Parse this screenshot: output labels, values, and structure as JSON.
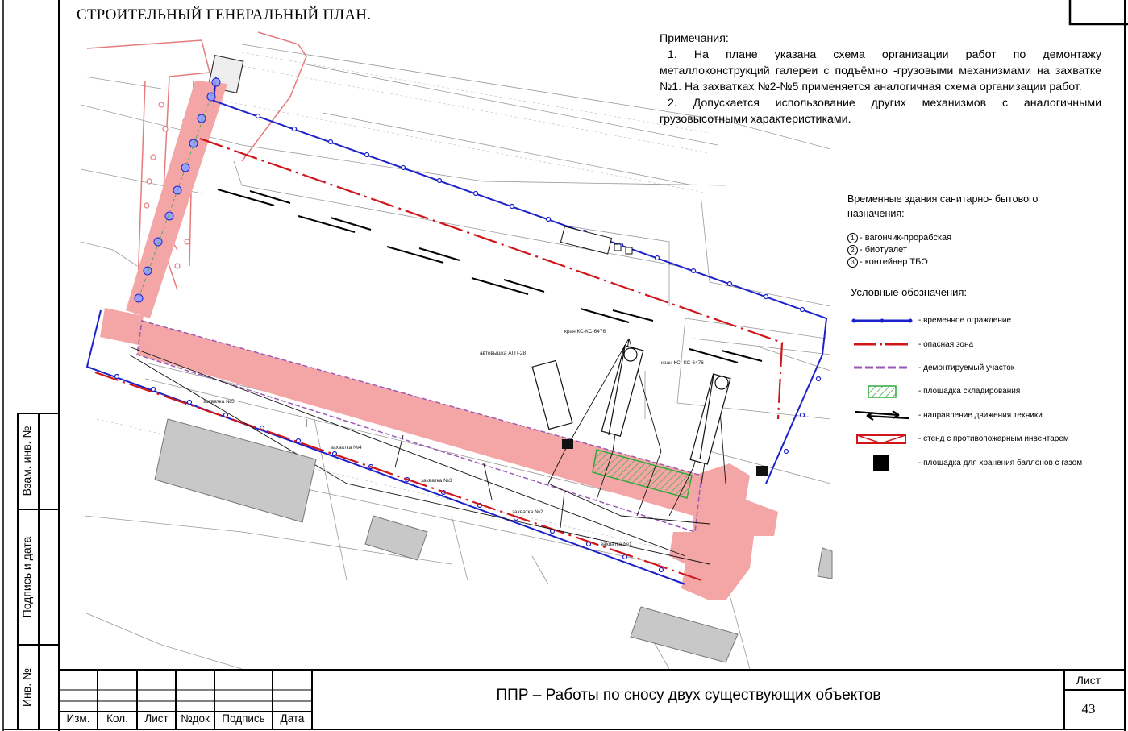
{
  "title": "СТРОИТЕЛЬНЫЙ ГЕНЕРАЛЬНЫЙ ПЛАН.",
  "notes": {
    "heading": "Примечания:",
    "items": [
      "1.   На плане указана схема организации работ по демонтажу металлоконструкций галереи с подъёмно -грузовыми механизмами на захватке №1.  На захватках №2-№5 применяется аналогичная схема организации работ.",
      "2.   Допускается использование других механизмов с аналогичными грузовысотными характеристиками."
    ]
  },
  "temp_buildings": {
    "heading": "Временные здания санитарно- бытового назначения:",
    "items": [
      {
        "num": "1",
        "label": "- вагончик-прорабская"
      },
      {
        "num": "2",
        "label": "- биотуалет"
      },
      {
        "num": "3",
        "label": "- контейнер ТБО"
      }
    ]
  },
  "legend": {
    "heading": "Условные обозначения:",
    "items": [
      {
        "label": "- временное ограждение",
        "icon": "fence-line-icon"
      },
      {
        "label": "- опасная зона",
        "icon": "danger-zone-line-icon"
      },
      {
        "label": "- демонтируемый участок",
        "icon": "dismantle-line-icon"
      },
      {
        "label": "- площадка складирования",
        "icon": "storage-hatch-icon"
      },
      {
        "label": "- направление движения техники",
        "icon": "direction-arrows-icon"
      },
      {
        "label": "- стенд с противопожарным инвентарем",
        "icon": "fire-stand-icon"
      },
      {
        "label": "- площадка для хранения баллонов с газом",
        "icon": "gas-square-icon"
      }
    ],
    "colors": {
      "fence": "#1c22c9",
      "danger": "#d0161a",
      "dismantle": "#9b59b6",
      "storage": "#2eaa3c",
      "highlight": "#f4a6a6"
    }
  },
  "plan_labels": {
    "crane1": "кран КС-КС-6476",
    "crane2": "кран КС- КС-6476",
    "lift": "автовышка АГП-28",
    "grab1": "захватка №1",
    "grab2": "захватка №2",
    "grab3": "захватка №3",
    "grab4": "захватка №4",
    "grab5": "захватка №5"
  },
  "title_block": {
    "main_title": "ППР – Работы по сносу двух существующих объектов",
    "sheet_label": "Лист",
    "sheet_number": "43",
    "headers": [
      "Изм.",
      "Кол.",
      "Лист",
      "№док",
      "Подпись",
      "Дата"
    ],
    "side_labels": [
      "Взам. инв. №",
      "Подпись и дата",
      "Инв. №"
    ]
  }
}
